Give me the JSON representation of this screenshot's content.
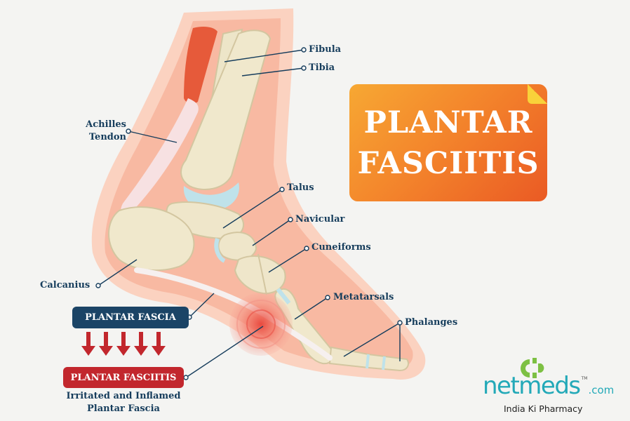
{
  "title": {
    "line1": "PLANTAR",
    "line2": "FASCIITIS"
  },
  "labels": {
    "fibula": "Fibula",
    "tibia": "Tibia",
    "achilles_line1": "Achilles",
    "achilles_line2": "Tendon",
    "talus": "Talus",
    "navicular": "Navicular",
    "cuneiforms": "Cuneiforms",
    "calcanius": "Calcanius",
    "metatarsals": "Metatarsals",
    "phalanges": "Phalanges"
  },
  "legend": {
    "plantar_fascia": "PLANTAR FASCIA",
    "plantar_fasciitis": "PLANTAR FASCIITIS",
    "caption_line1": "Irritated and Inflamed",
    "caption_line2": "Plantar Fascia"
  },
  "brand": {
    "name": "netmeds",
    "tm": "TM",
    "domain": ".com",
    "tagline": "India Ki Pharmacy"
  },
  "colors": {
    "navy": "#1b4466",
    "red": "#c2272d",
    "orange": "#f3822b",
    "teal": "#23a9b8",
    "green": "#7dc043"
  }
}
